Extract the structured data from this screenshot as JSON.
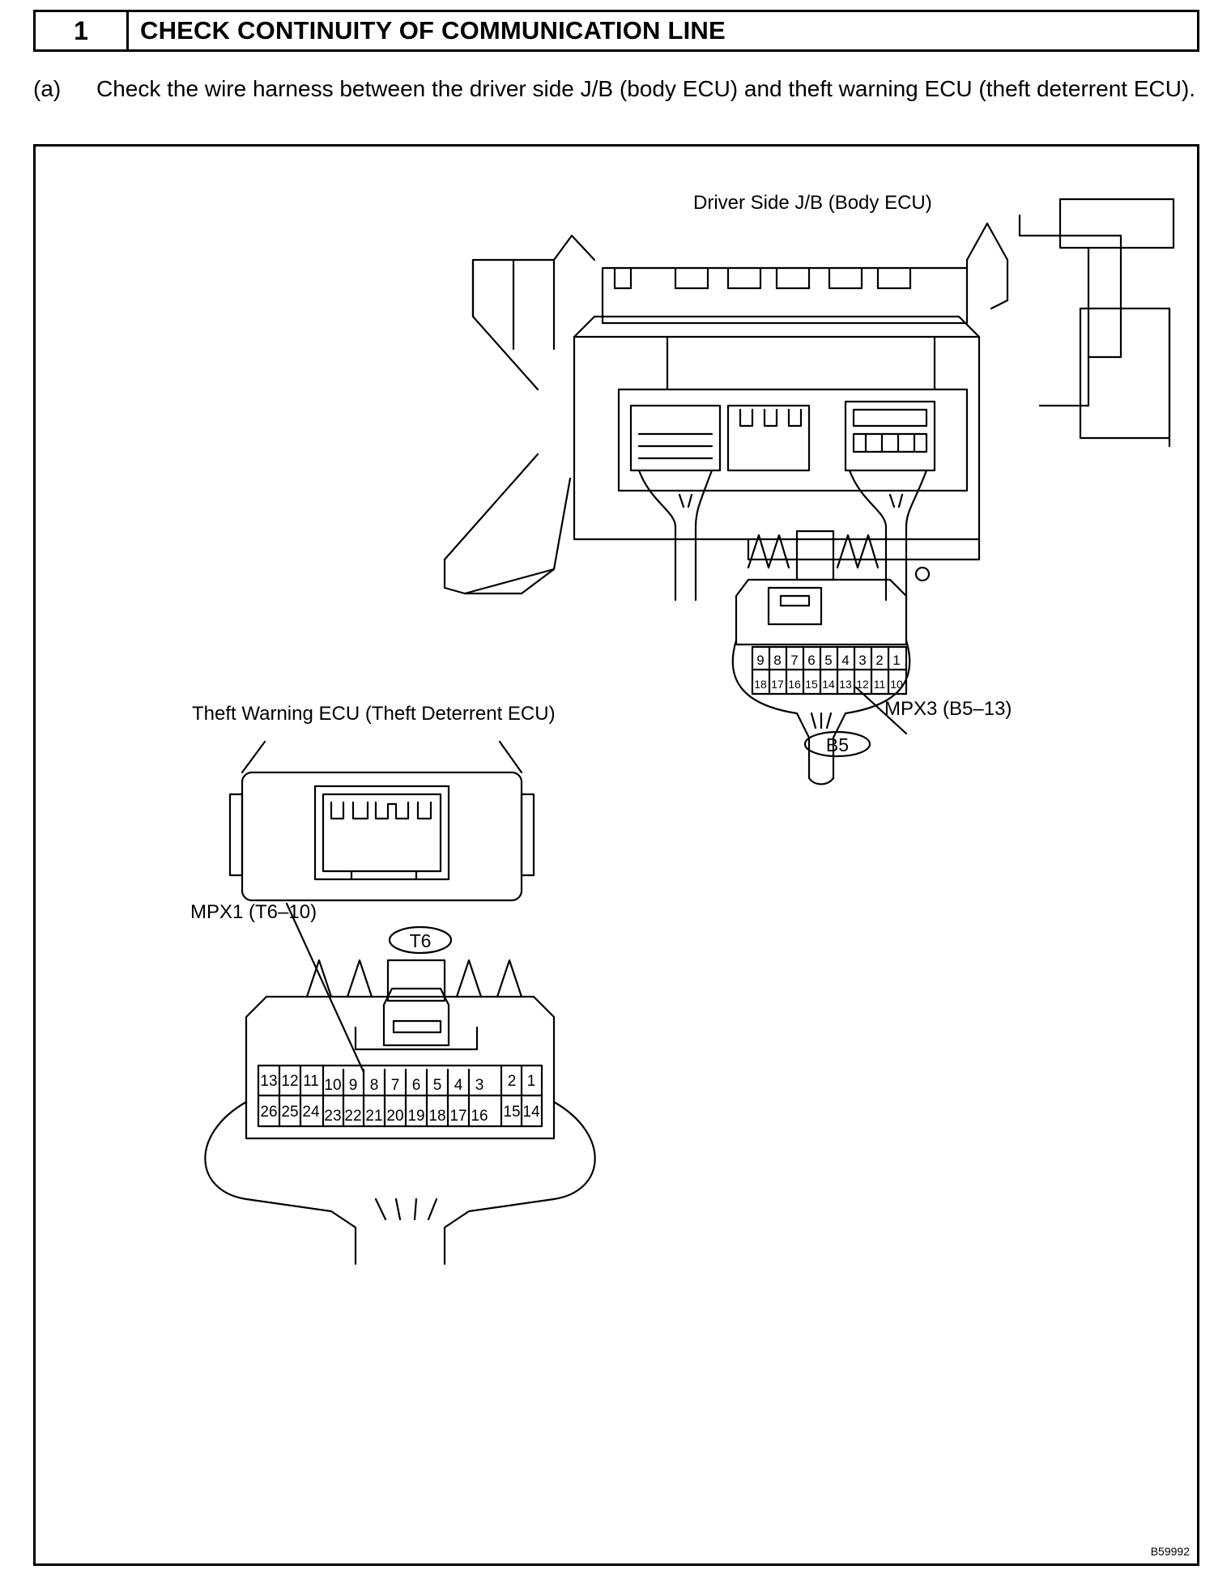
{
  "step": {
    "number": "1",
    "title": "CHECK CONTINUITY OF COMMUNICATION LINE"
  },
  "instruction": {
    "label": "(a)",
    "text": "Check the wire harness between the driver side J/B (body ECU) and theft warning ECU (theft deterrent ECU)."
  },
  "figure": {
    "driver_jb_label": "Driver Side J/B (Body ECU)",
    "theft_ecu_label": "Theft Warning ECU (Theft Deterrent ECU)",
    "connector_b5": {
      "id": "B5",
      "row1": [
        "9",
        "8",
        "7",
        "6",
        "5",
        "4",
        "3",
        "2",
        "1"
      ],
      "row2": [
        "18",
        "17",
        "16",
        "15",
        "14",
        "13",
        "12",
        "11",
        "10"
      ],
      "callout": "MPX3 (B5–13)"
    },
    "connector_t6": {
      "id": "T6",
      "row1": [
        "13",
        "12",
        "11",
        "10",
        "9",
        "8",
        "7",
        "6",
        "5",
        "4",
        "3",
        "2",
        "1"
      ],
      "row2": [
        "26",
        "25",
        "24",
        "23",
        "22",
        "21",
        "20",
        "19",
        "18",
        "17",
        "16",
        "15",
        "14"
      ],
      "callout": "MPX1 (T6–10)"
    },
    "figure_code": "B59992"
  }
}
